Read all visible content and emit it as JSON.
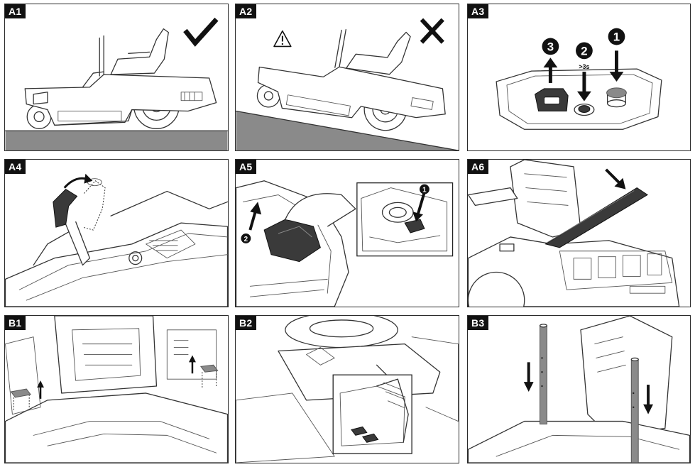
{
  "panels": {
    "a1": {
      "label": "A1"
    },
    "a2": {
      "label": "A2"
    },
    "a3": {
      "label": "A3",
      "steps": {
        "one": "1",
        "two": "2",
        "three": "3"
      },
      "hold_note": ">3s"
    },
    "a4": {
      "label": "A4"
    },
    "a5": {
      "label": "A5",
      "steps": {
        "one": "1",
        "two": "2"
      }
    },
    "a6": {
      "label": "A6"
    },
    "b1": {
      "label": "B1"
    },
    "b2": {
      "label": "B2"
    },
    "b3": {
      "label": "B3"
    }
  },
  "icons": {
    "correct": "checkmark-icon",
    "incorrect": "cross-icon",
    "warning": "warning-triangle-icon"
  },
  "colors": {
    "line": "#333333",
    "ground": "#8a8a8a",
    "tag_bg": "#111111",
    "tag_text": "#ffffff"
  }
}
